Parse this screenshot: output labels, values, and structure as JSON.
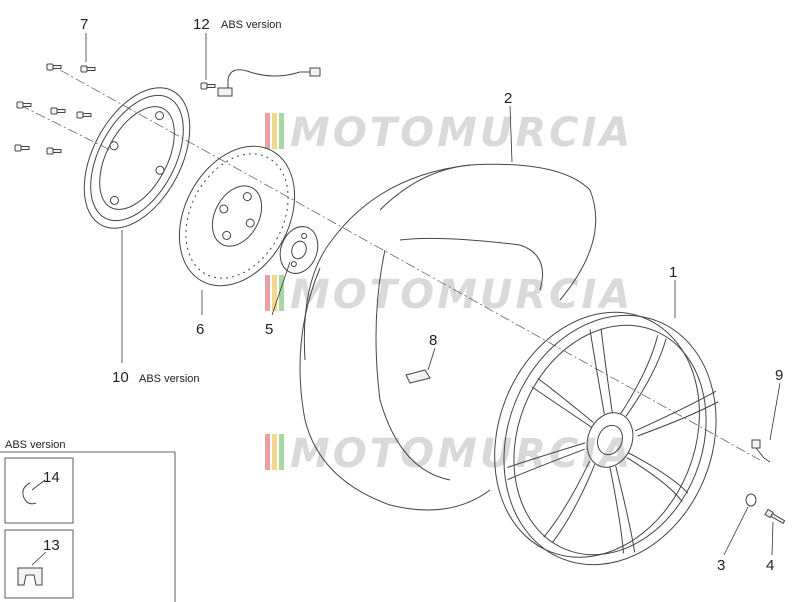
{
  "watermark": {
    "text": "MOTOMURCIA",
    "colors": [
      "#e8a0a0",
      "#f0d890",
      "#a8d8a0"
    ]
  },
  "callouts": {
    "p1": "1",
    "p2": "2",
    "p3": "3",
    "p4": "4",
    "p5": "5",
    "p6": "6",
    "p7": "7",
    "p8": "8",
    "p9": "9",
    "p10": "10",
    "p12": "12",
    "p13": "13",
    "p14": "14"
  },
  "notes": {
    "p10_note": "ABS version",
    "p12_note": "ABS version",
    "inset_title": "ABS version"
  }
}
